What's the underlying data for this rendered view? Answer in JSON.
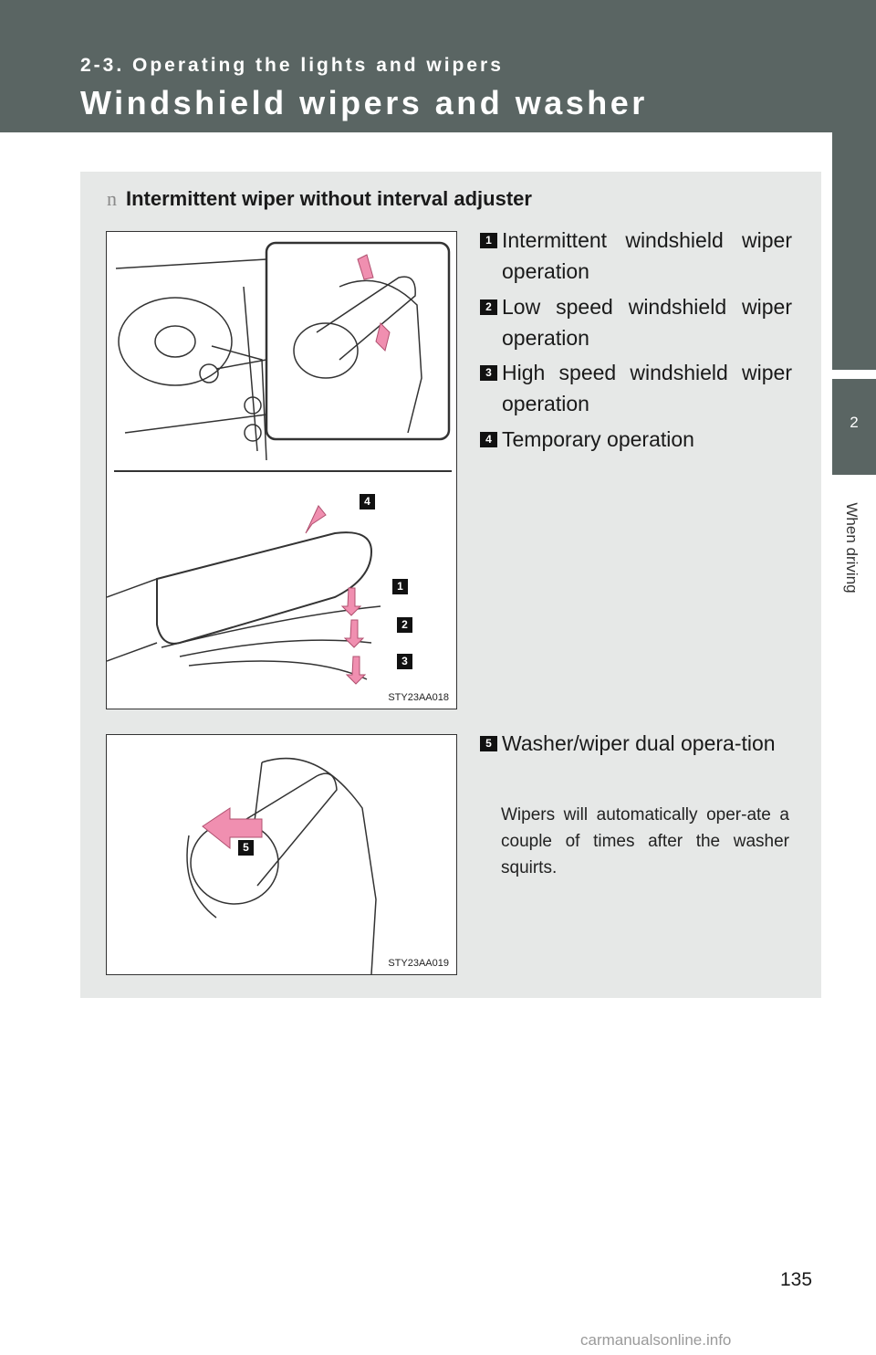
{
  "header": {
    "section": "2-3. Operating the lights and wipers",
    "title": "Windshield wipers and washer"
  },
  "side_tab": {
    "chapter_number": "2",
    "chapter_label": "When driving"
  },
  "subheading": {
    "bullet": "n",
    "text": "Intermittent wiper without interval adjuster"
  },
  "items": [
    {
      "num": "1",
      "text": "Intermittent windshield wiper operation"
    },
    {
      "num": "2",
      "text": "Low speed windshield wiper operation"
    },
    {
      "num": "3",
      "text": "High speed windshield wiper operation"
    },
    {
      "num": "4",
      "text": "Temporary operation"
    },
    {
      "num": "5",
      "text": "Washer/wiper dual opera-tion"
    }
  ],
  "note": "Wipers will automatically oper-ate a couple of times after the washer squirts.",
  "figures": [
    {
      "code": "STY23AA018",
      "callouts": [
        "4",
        "1",
        "2",
        "3"
      ]
    },
    {
      "code": "STY23AA019",
      "callouts": [
        "5"
      ]
    }
  ],
  "page_number": "135",
  "watermark": "carmanualsonline.info",
  "colors": {
    "header_bg": "#5a6563",
    "panel_bg": "#e6e8e7",
    "arrow": "#f08fb0"
  }
}
